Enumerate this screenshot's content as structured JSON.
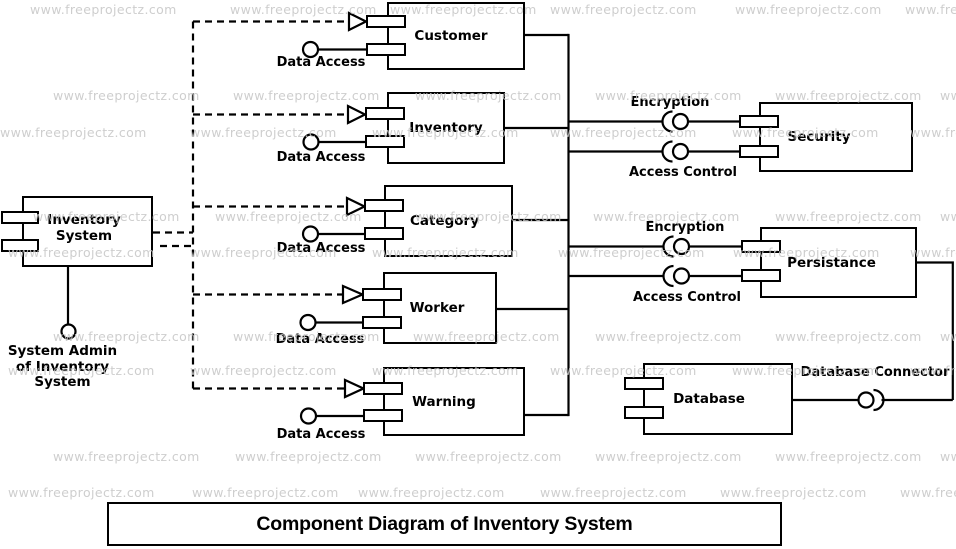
{
  "watermark": {
    "text": "www.freeprojectz.com",
    "color": "#c6c6c6"
  },
  "title": {
    "text": "Component Diagram of Inventory System"
  },
  "system_component": {
    "line1": "Inventory",
    "line2": "System"
  },
  "actor": {
    "line1": "System Admin",
    "line2": "of Inventory",
    "line3": "System"
  },
  "components": [
    {
      "id": "customer",
      "label": "Customer"
    },
    {
      "id": "inventory",
      "label": "Inventory"
    },
    {
      "id": "category",
      "label": "Category"
    },
    {
      "id": "worker",
      "label": "Worker"
    },
    {
      "id": "warning",
      "label": "Warning"
    }
  ],
  "interface_labels": {
    "data_access": "Data Access",
    "encryption": "Encryption",
    "access_control": "Access Control",
    "database_connector": "Database Connector"
  },
  "services": [
    {
      "id": "security",
      "label": "Security"
    },
    {
      "id": "persistance",
      "label": "Persistance"
    },
    {
      "id": "database",
      "label": "Database"
    }
  ],
  "line_color": "#000000"
}
